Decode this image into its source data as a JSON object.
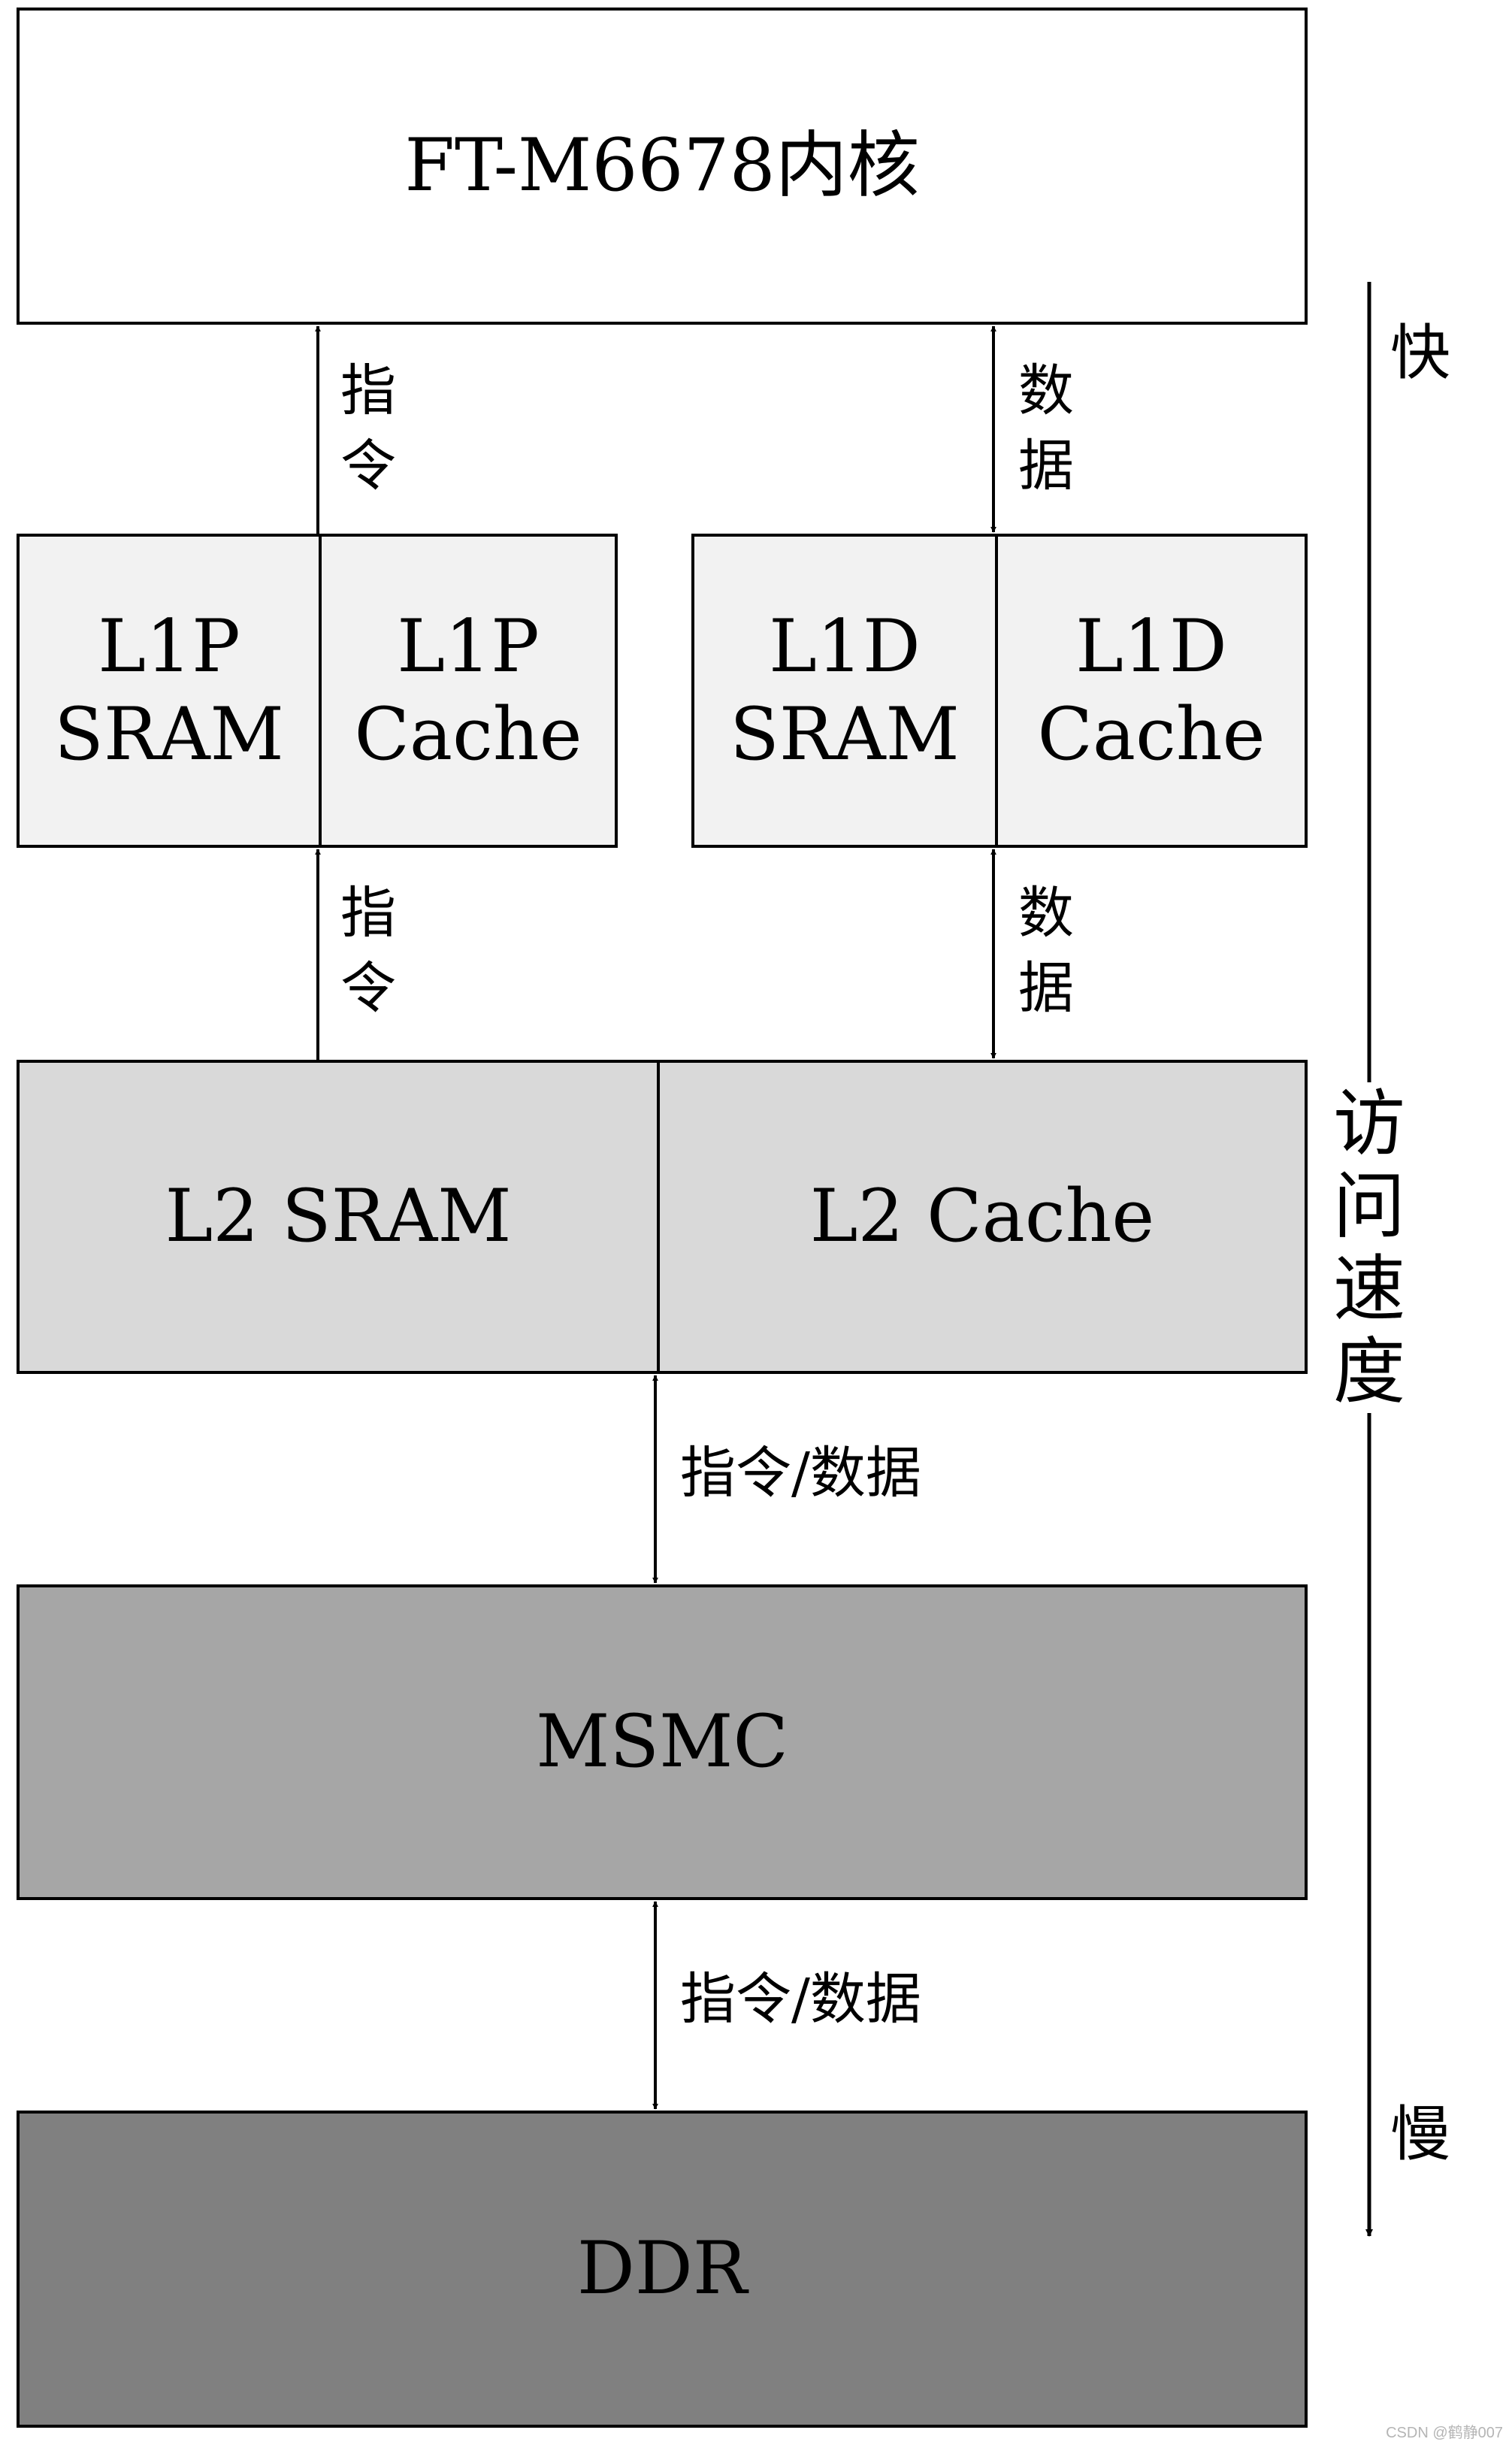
{
  "blocks": {
    "core": "FT-M6678内核",
    "l1p_sram": "L1P\nSRAM",
    "l1p_cache": "L1P\nCache",
    "l1d_sram": "L1D\nSRAM",
    "l1d_cache": "L1D\nCache",
    "l2_sram": "L2 SRAM",
    "l2_cache": "L2 Cache",
    "msmc": "MSMC",
    "ddr": "DDR"
  },
  "links": {
    "instruction": "指令",
    "data": "数据",
    "instruction_data": "指令/数据"
  },
  "speed_axis": {
    "label": "访问速度",
    "fast": "快",
    "slow": "慢"
  },
  "colors": {
    "core_fill": "#ffffff",
    "l1_fill": "#f2f2f2",
    "l2_fill": "#d9d9d9",
    "msmc_fill": "#a6a6a6",
    "ddr_fill": "#808080"
  },
  "watermark": "CSDN @鹤静007"
}
